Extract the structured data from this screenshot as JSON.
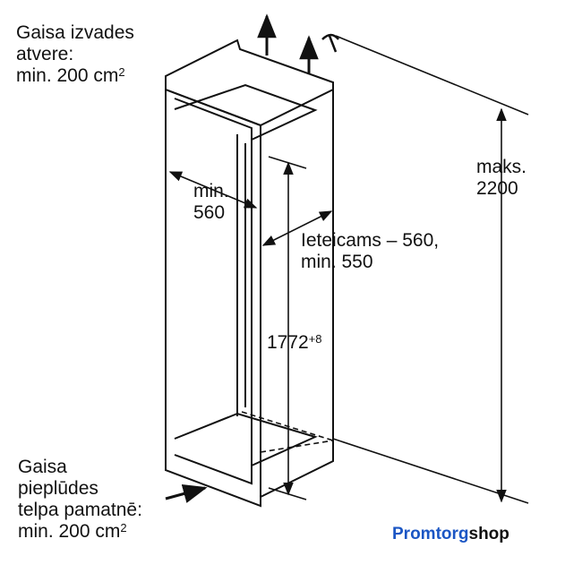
{
  "labels": {
    "exhaust": {
      "line1": "Gaisa izvades",
      "line2": "atvere:",
      "line3": "min. 200 cm",
      "sup": "2"
    },
    "intake": {
      "line1": "Gaisa",
      "line2": "pieplūdes",
      "line3": "telpa pamatnē:",
      "line4": "min. 200 cm",
      "sup": "2"
    },
    "width": {
      "line1": "min.",
      "line2": "560"
    },
    "depth": {
      "line1": "Ieteicams – 560,",
      "line2": "min. 550"
    },
    "niche_height": {
      "main": "1772",
      "sup": "+8"
    },
    "max_height": {
      "line1": "maks.",
      "line2": "2200"
    }
  },
  "brand": {
    "part1": "Promtorg",
    "part2": "shop"
  },
  "colors": {
    "line": "#111111",
    "brand_blue": "#1b56c4"
  }
}
